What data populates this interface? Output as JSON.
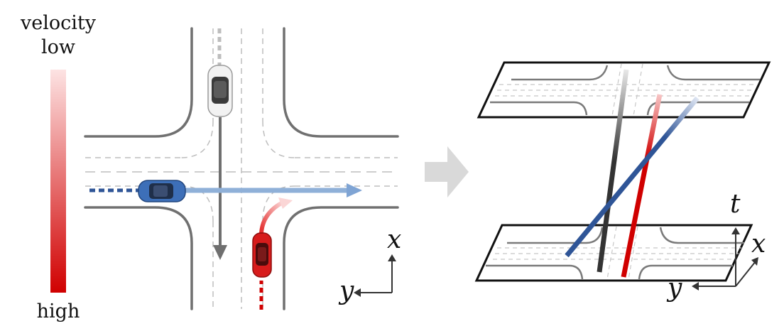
{
  "legend": {
    "title": "velocity",
    "low_label": "low",
    "high_label": "high",
    "color_low": "#fde3e3",
    "color_high": "#d00000"
  },
  "axes": {
    "left_x": "x",
    "left_y": "y",
    "right_t": "t",
    "right_x": "x",
    "right_y": "y"
  },
  "colors": {
    "road": "#707070",
    "lane_dash": "#bdbdbd",
    "gray_vehicle": "#6f6f6f",
    "blue_vehicle": "#2f5597",
    "red_vehicle": "#d00000",
    "arrow_block": "#d9d9d9"
  },
  "icons": [
    "car-gray-icon",
    "car-blue-icon",
    "car-red-icon",
    "right-arrow-icon"
  ]
}
